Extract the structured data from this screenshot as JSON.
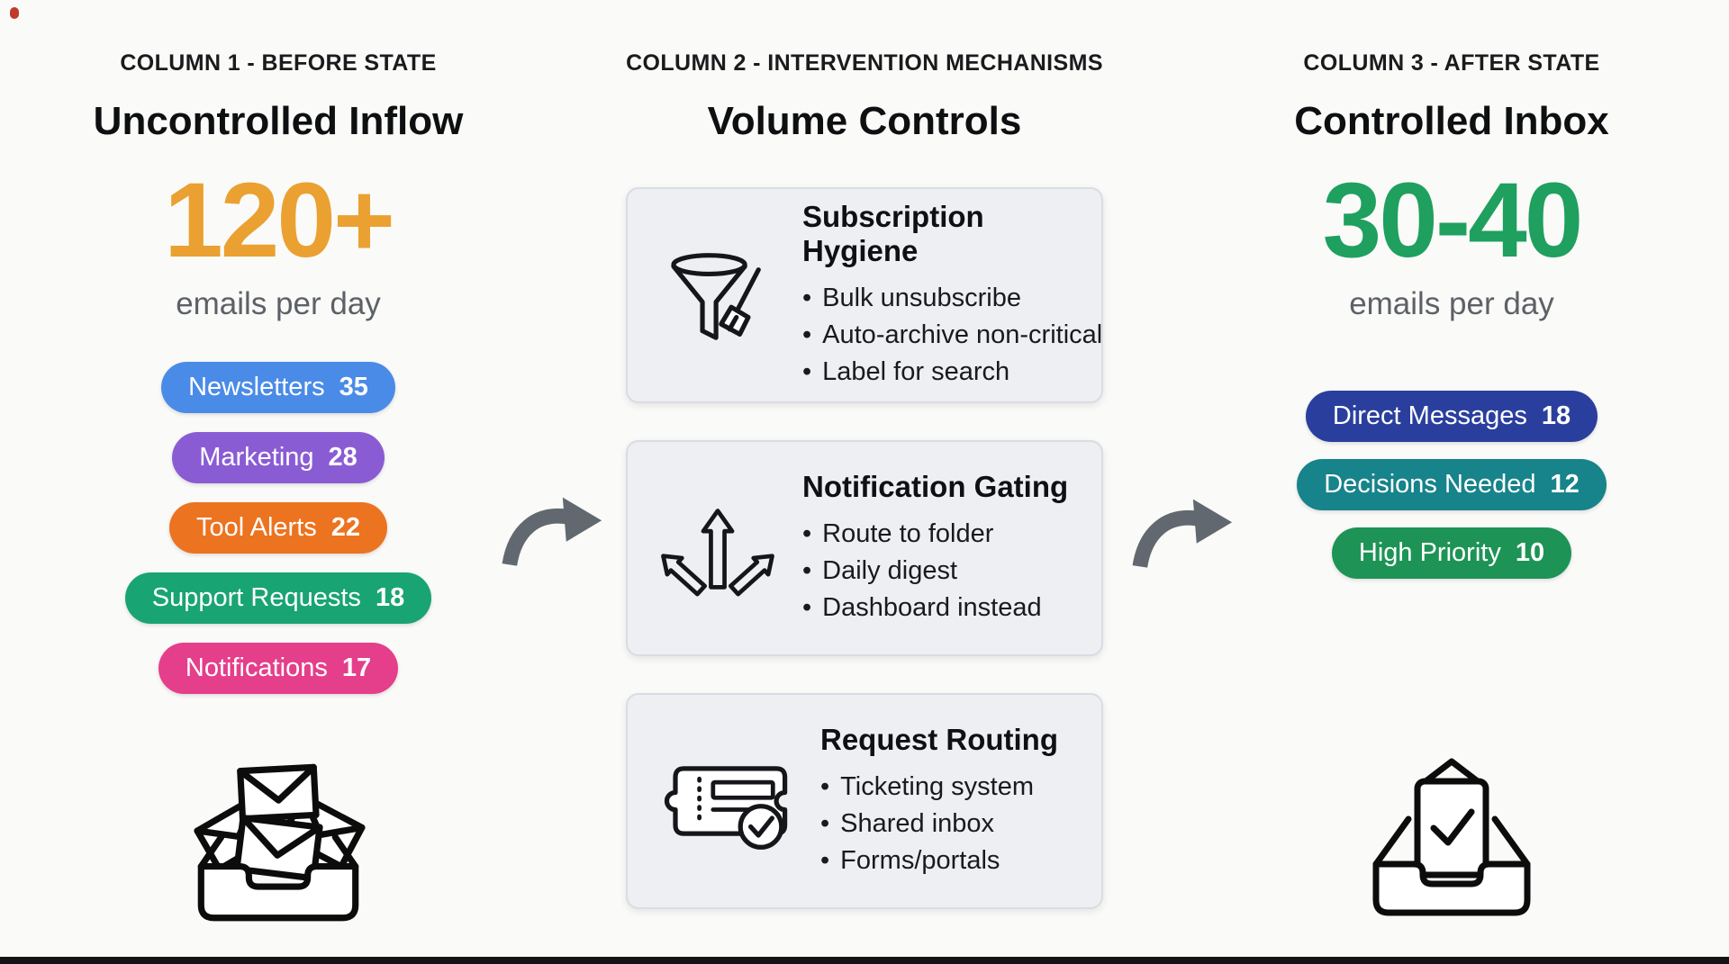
{
  "columns": {
    "before": {
      "eyebrow": "COLUMN 1 - BEFORE STATE",
      "title": "Uncontrolled Inflow",
      "metric": {
        "value": "120+",
        "label": "emails per day",
        "color": "#EAA131"
      },
      "pills": [
        {
          "label": "Newsletters",
          "count": "35",
          "color": "#4A8BE8"
        },
        {
          "label": "Marketing",
          "count": "28",
          "color": "#8A5CD4"
        },
        {
          "label": "Tool Alerts",
          "count": "22",
          "color": "#EC7320"
        },
        {
          "label": "Support Requests",
          "count": "18",
          "color": "#19A474"
        },
        {
          "label": "Notifications",
          "count": "17",
          "color": "#E53E8B"
        }
      ],
      "icon": "overflowing-inbox"
    },
    "interventions": {
      "eyebrow": "COLUMN 2 - INTERVENTION MECHANISMS",
      "title": "Volume Controls",
      "cards": [
        {
          "icon": "funnel-broom",
          "title": "Subscription Hygiene",
          "bullets": [
            "Bulk unsubscribe",
            "Auto-archive non-critical",
            "Label for search"
          ]
        },
        {
          "icon": "branching-arrows",
          "title": "Notification Gating",
          "bullets": [
            "Route to folder",
            "Daily digest",
            "Dashboard instead"
          ]
        },
        {
          "icon": "ticket-check",
          "title": "Request Routing",
          "bullets": [
            "Ticketing system",
            "Shared inbox",
            "Forms/portals"
          ]
        }
      ]
    },
    "after": {
      "eyebrow": "COLUMN 3 - AFTER STATE",
      "title": "Controlled Inbox",
      "metric": {
        "value": "30-40",
        "label": "emails per day",
        "color": "#1FA05E"
      },
      "pills": [
        {
          "label": "Direct Messages",
          "count": "18",
          "color": "#2A3F9D"
        },
        {
          "label": "Decisions Needed",
          "count": "12",
          "color": "#17838A"
        },
        {
          "label": "High Priority",
          "count": "10",
          "color": "#1E9356"
        }
      ],
      "icon": "inbox-check"
    }
  },
  "arrows": {
    "icon": "curved-right-arrow",
    "color": "#62686F"
  }
}
